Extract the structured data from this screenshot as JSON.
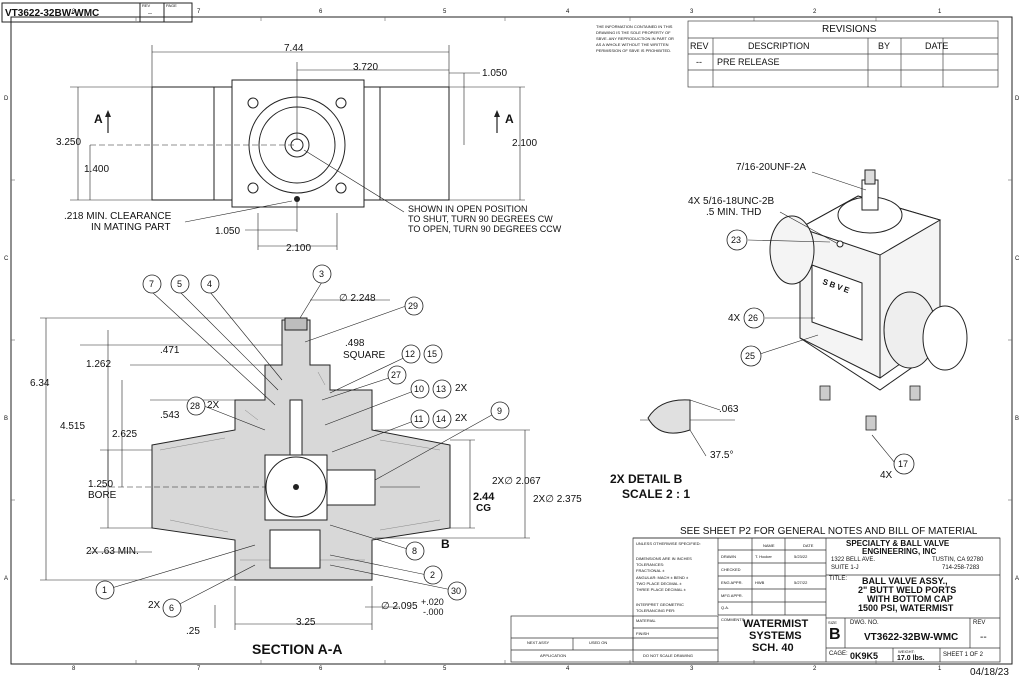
{
  "header": {
    "part_number": "VT3622-32BW-WMC",
    "rev_label": "REV",
    "rev_value": "--",
    "page_label": "PAGE"
  },
  "zones": {
    "columns": [
      "8",
      "7",
      "6",
      "5",
      "4",
      "3",
      "2",
      "1"
    ],
    "rows": [
      "D",
      "C",
      "B",
      "A"
    ]
  },
  "proprietary_note": [
    "THE INFORMATION CONTAINED IN THIS",
    "DRAWING IS THE SOLE PROPERTY OF",
    "SBVE.  ANY REPRODUCTION IN PART OR",
    "AS A WHOLE WITHOUT THE WRITTEN",
    "PERMISSION OF SBVE IS PROHIBITED."
  ],
  "revisions": {
    "title": "REVISIONS",
    "headers": [
      "REV",
      "DESCRIPTION",
      "BY",
      "DATE"
    ],
    "rows": [
      [
        "--",
        "PRE RELEASE",
        "",
        ""
      ]
    ]
  },
  "top_view": {
    "dims": {
      "overall": "7.44",
      "half": "3.720",
      "right_offset": "1.050",
      "height": "3.250",
      "center_height": "1.400",
      "right_height": "2.100",
      "bottom_1": "1.050",
      "bottom_2": "2.100"
    },
    "section_marks": [
      "A",
      "A"
    ],
    "clearance_note": [
      ".218 MIN. CLEARANCE",
      "IN MATING PART"
    ],
    "position_note": [
      "SHOWN IN OPEN POSITION",
      "TO SHUT, TURN 90 DEGREES CW",
      "TO OPEN, TURN 90 DEGREES CCW"
    ]
  },
  "section_view": {
    "title": "SECTION A-A",
    "dims": {
      "d_top": "∅ 2.248",
      "square_val": ".498",
      "square_txt": "SQUARE",
      "d471": ".471",
      "d1262": "1.262",
      "d543": ".543",
      "d634": "6.34",
      "d2625": "2.625",
      "d4515": "4.515",
      "bore_val": "1.250",
      "bore_txt": "BORE",
      "min63": "2X .63 MIN.",
      "d25": ".25",
      "d325": "3.25",
      "d2095": "∅ 2.095",
      "tol_plus": "+.020",
      "tol_minus": "-.000",
      "d2067": "2X∅ 2.067",
      "d2375": "2X∅ 2.375",
      "cg_val": "2.44",
      "cg_txt": "CG",
      "mult_2x": "2X",
      "b_mark": "B"
    },
    "balloons": [
      "7",
      "5",
      "4",
      "3",
      "29",
      "12",
      "15",
      "27",
      "10",
      "13",
      "28",
      "11",
      "14",
      "9",
      "8",
      "2",
      "30",
      "1",
      "6"
    ]
  },
  "iso_view": {
    "callouts": [
      "7/16-20UNF-2A",
      "4X 5/16-18UNC-2B",
      ".5 MIN. THD",
      "4X",
      "4X"
    ],
    "balloons": [
      "23",
      "26",
      "25",
      "17"
    ],
    "logo": "SBVE"
  },
  "detail_b": {
    "title": "2X DETAIL B",
    "scale": "SCALE 2 : 1",
    "dim1": ".063",
    "dim2": "37.5°"
  },
  "notes_line": "SEE SHEET P2 FOR GENERAL NOTES AND BILL OF MATERIAL",
  "title_block": {
    "spec_lines": [
      "UNLESS OTHERWISE SPECIFIED:",
      "DIMENSIONS ARE IN INCHES",
      "TOLERANCES:",
      "FRACTIONAL ±",
      "ANGULAR: MACH ±  BEND ±",
      "TWO PLACE DECIMAL  ±",
      "THREE PLACE DECIMAL  ±",
      "INTERPRET GEOMETRIC",
      "TOLERANCING PER:",
      "MATERIAL"
    ],
    "finish": "FINISH",
    "next_assy": "NEXT ASSY",
    "used_on": "USED ON",
    "application": "APPLICATION",
    "no_scale": "DO NOT SCALE DRAWING",
    "signoff_headers": [
      "NAME",
      "DATE"
    ],
    "signoffs": [
      {
        "role": "DRAWN",
        "name": "T. Hocker",
        "date": "5/23/22"
      },
      {
        "role": "CHECKED",
        "name": "",
        "date": ""
      },
      {
        "role": "ENG APPR.",
        "name": "HWB",
        "date": "5/27/22"
      },
      {
        "role": "MFG APPR.",
        "name": "",
        "date": ""
      },
      {
        "role": "Q.A.",
        "name": "",
        "date": ""
      }
    ],
    "comments": "COMMENTS:",
    "project": [
      "WATERMIST",
      "SYSTEMS",
      "SCH. 40"
    ],
    "company": [
      "SPECIALTY & BALL VALVE",
      "ENGINEERING, INC"
    ],
    "addr_left": [
      "1322 BELL AVE.",
      "SUITE 1-J"
    ],
    "addr_right": [
      "TUSTIN, CA 92780",
      "714-258-7283"
    ],
    "title_label": "TITLE:",
    "title": [
      "BALL VALVE ASSY.,",
      "2\" BUTT WELD PORTS",
      "WITH BOTTOM CAP",
      "1500 PSI, WATERMIST"
    ],
    "size_label": "SIZE",
    "size": "B",
    "dwg_label": "DWG.  NO.",
    "dwg_no": "VT3622-32BW-WMC",
    "rev_label": "REV",
    "rev": "--",
    "cage_label": "CAGE:",
    "cage": "0K9K5",
    "weight_label": "WEIGHT:",
    "weight": "17.0 lbs.",
    "sheet": "SHEET 1 OF 2",
    "date_stamp": "04/18/23"
  }
}
